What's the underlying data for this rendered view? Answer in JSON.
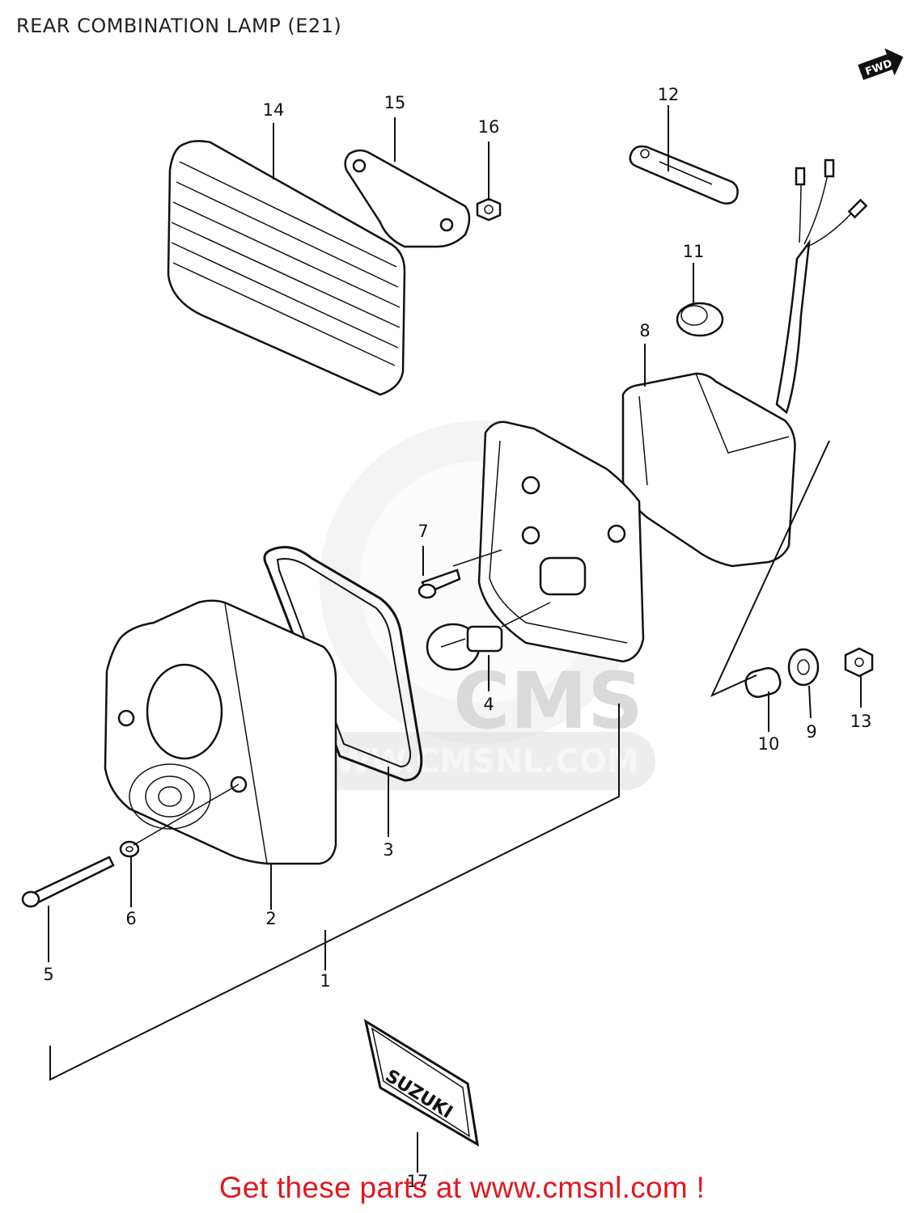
{
  "title": "REAR COMBINATION LAMP (E21)",
  "fwd_label": "FWD",
  "badge_text": "SUZUKI",
  "watermark": {
    "logo_text": "CMS",
    "url_text": "WWW.CMSNL.COM"
  },
  "callouts": {
    "p1": "1",
    "p2": "2",
    "p3": "3",
    "p4": "4",
    "p5": "5",
    "p6": "6",
    "p7": "7",
    "p8": "8",
    "p9": "9",
    "p10": "10",
    "p11": "11",
    "p12": "12",
    "p13": "13",
    "p14": "14",
    "p15": "15",
    "p16": "16",
    "p17": "17"
  },
  "banner": {
    "text": "Get these parts at www.cmsnl.com !"
  },
  "colors": {
    "banner": "#e0191f",
    "line": "#111111",
    "watermark": "#d9d9d9"
  }
}
